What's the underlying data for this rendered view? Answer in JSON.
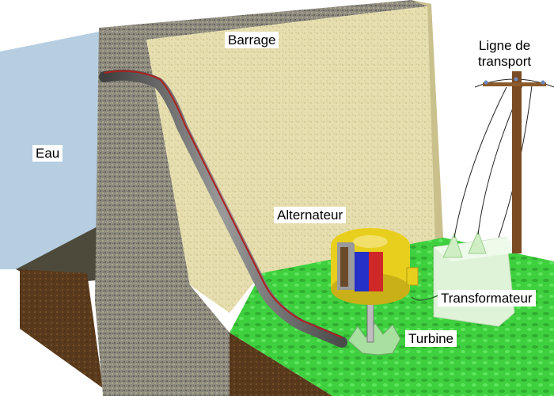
{
  "labels": {
    "dam": "Barrage",
    "water": "Eau",
    "power_line": "Ligne de\ntransport",
    "alternator": "Alternateur",
    "transformer": "Transformateur",
    "turbine": "Turbine"
  },
  "colors": {
    "water": "#a9c6da",
    "dam_face": "#e6deae",
    "dam_granite": "#8d8a80",
    "ground": "#3fd03f",
    "soil": "#5a3a1c",
    "penstock": "#6e6e6e",
    "penstock_stripe": "#b02020",
    "pole": "#7a4a22",
    "alternator_ring": "#e8cf1d",
    "rotor_blue": "#2430c8",
    "rotor_red": "#d02828",
    "turbine": "#a8e0a0",
    "transformer": "#dff3d8"
  }
}
